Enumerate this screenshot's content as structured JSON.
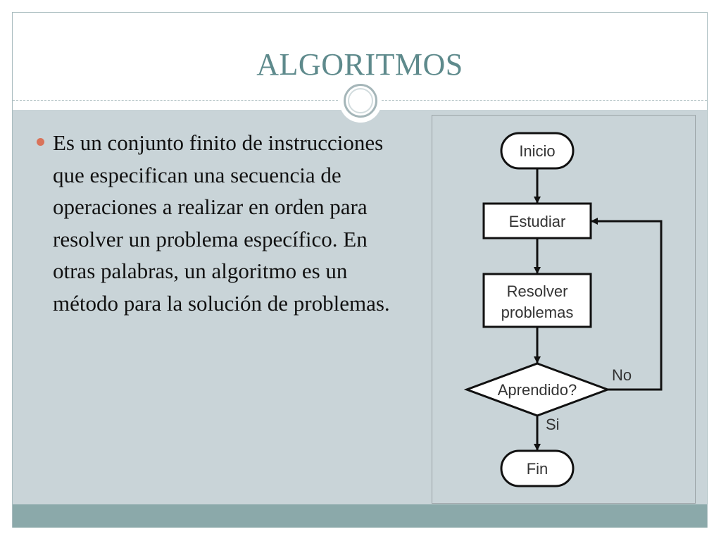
{
  "slide": {
    "title": "ALGORITMOS",
    "bullet": "Es un conjunto finito de instrucciones que especifican una secuencia de operaciones a realizar en orden para resolver un problema específico. En otras palabras, un algoritmo es un método para la solución de problemas."
  },
  "flowchart": {
    "start": "Inicio",
    "step1": "Estudiar",
    "step2_line1": "Resolver",
    "step2_line2": "problemas",
    "decision": "Aprendido?",
    "no_label": "No",
    "yes_label": "Si",
    "end": "Fin"
  },
  "colors": {
    "title": "#5e8a8c",
    "content_bg": "#c9d4d8",
    "footer": "#8ba9aa",
    "bullet": "#d9735a"
  }
}
